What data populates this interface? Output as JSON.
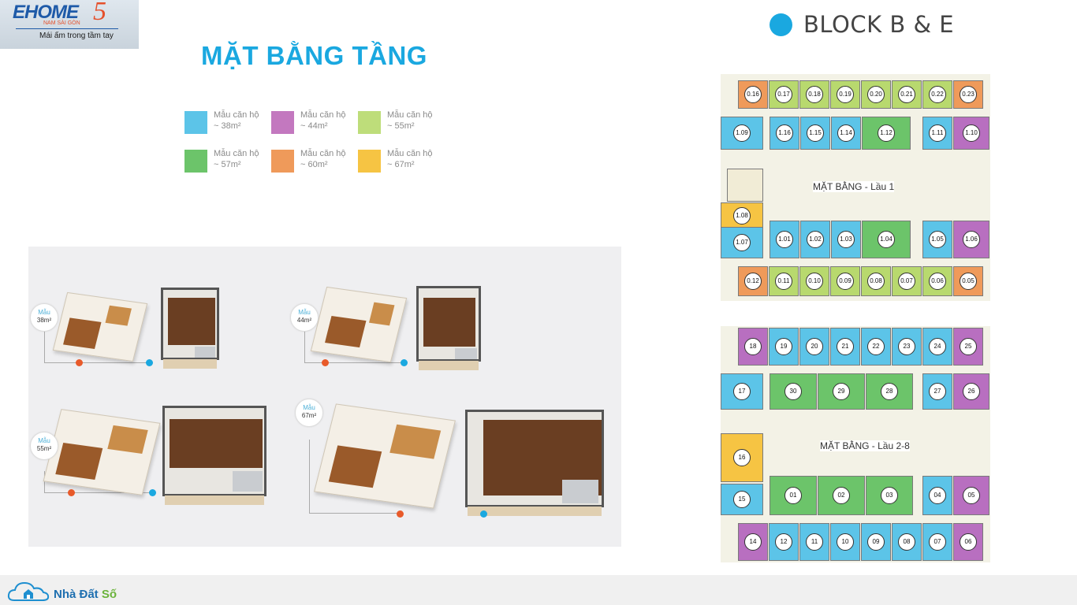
{
  "logo": {
    "brand": "EHOME",
    "number": "5",
    "sub": "NAM SÀI GÒN",
    "tagline": "Mái ấm trong tầm tay"
  },
  "title": "MẶT BẰNG TẦNG",
  "legend": [
    {
      "label": "Mẫu căn hộ",
      "area": "~ 38m²",
      "color": "#5cc4e8"
    },
    {
      "label": "Mẫu căn hộ",
      "area": "~ 44m²",
      "color": "#c378bf"
    },
    {
      "label": "Mẫu căn hộ",
      "area": "~ 55m²",
      "color": "#bedd7a"
    },
    {
      "label": "Mẫu căn hộ",
      "area": "~ 57m²",
      "color": "#6cc46a"
    },
    {
      "label": "Mẫu căn hộ",
      "area": "~ 60m²",
      "color": "#ef9a5a"
    },
    {
      "label": "Mẫu căn hộ",
      "area": "~ 67m²",
      "color": "#f6c443"
    }
  ],
  "models": [
    {
      "prefix": "Mẫu",
      "area": "38m²"
    },
    {
      "prefix": "Mẫu",
      "area": "44m²"
    },
    {
      "prefix": "Mẫu",
      "area": "55m²"
    },
    {
      "prefix": "Mẫu",
      "area": "67m²"
    }
  ],
  "block": {
    "title": "BLOCK B & E",
    "accent": "#1aa8e0"
  },
  "floor1": {
    "label": "MẶT BẰNG - Lầu 1",
    "top_row": [
      "0.16",
      "0.17",
      "0.18",
      "0.19",
      "0.20",
      "0.21",
      "0.22",
      "0.23"
    ],
    "second_row": [
      "1.09",
      "1.16",
      "1.15",
      "1.14",
      "1.12",
      "1.11",
      "1.10"
    ],
    "middle": "1.08",
    "fourth_row": [
      "1.07",
      "1.01",
      "1.02",
      "1.03",
      "1.04",
      "1.05",
      "1.06"
    ],
    "bottom_row": [
      "0.12",
      "0.11",
      "0.10",
      "0.09",
      "0.08",
      "0.07",
      "0.06",
      "0.05"
    ]
  },
  "floor2": {
    "label": "MẶT BẰNG - Lầu 2-8",
    "top_row": [
      "18",
      "19",
      "20",
      "21",
      "22",
      "23",
      "24",
      "25"
    ],
    "second_row": [
      "17",
      "30",
      "29",
      "28",
      "27",
      "26"
    ],
    "middle": "16",
    "fourth_row": [
      "15",
      "01",
      "02",
      "03",
      "04",
      "05"
    ],
    "bottom_row": [
      "14",
      "12",
      "11",
      "10",
      "09",
      "08",
      "07",
      "06"
    ]
  },
  "footer": {
    "brand_a": "Nhà Đất ",
    "brand_b": "Số"
  }
}
